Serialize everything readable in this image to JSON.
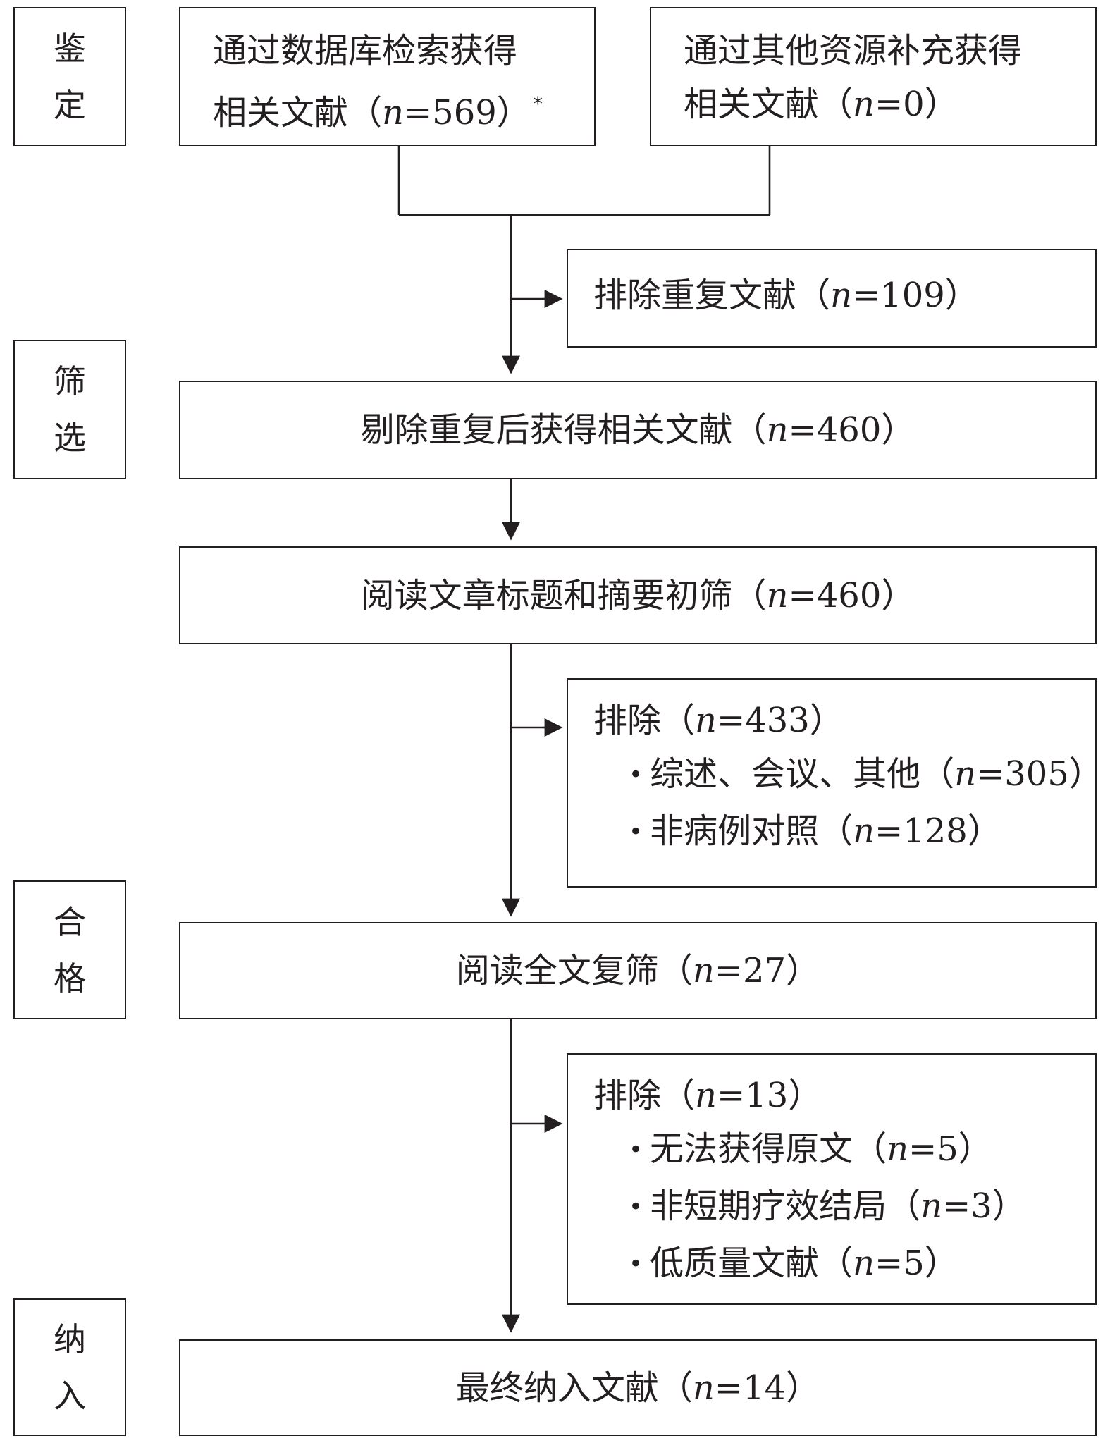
{
  "stages": {
    "identification": [
      "鉴",
      "定"
    ],
    "screening": [
      "筛",
      "选"
    ],
    "eligibility": [
      "合",
      "格"
    ],
    "included": [
      "纳",
      "入"
    ]
  },
  "db_search": {
    "line1": "通过数据库检索获得",
    "line2_text": "相关文献（",
    "n_symbol": "n",
    "n_value": "=569",
    "close": "）",
    "footnote_mark": "*"
  },
  "other_sources": {
    "line1": "通过其他资源补充获得",
    "line2_text": "相关文献（",
    "n_symbol": "n",
    "n_value": "=0",
    "close": "）"
  },
  "duplicates_removed": {
    "text": "排除重复文献（",
    "n_symbol": "n",
    "n_value": "=109",
    "close": "）"
  },
  "after_dedup": {
    "text": "剔除重复后获得相关文献（",
    "n_symbol": "n",
    "n_value": "=460",
    "close": "）"
  },
  "title_abstract_screen": {
    "text": "阅读文章标题和摘要初筛（",
    "n_symbol": "n",
    "n_value": "=460",
    "close": "）"
  },
  "exclusion_1": {
    "head": "排除（",
    "n_symbol": "n",
    "n_value": "=433",
    "close": "）",
    "items": [
      {
        "text": "综述、会议、其他（",
        "n_symbol": "n",
        "n_value": "=305",
        "close": "）"
      },
      {
        "text": "非病例对照（",
        "n_symbol": "n",
        "n_value": "=128",
        "close": "）"
      }
    ]
  },
  "fulltext_screen": {
    "text": "阅读全文复筛（",
    "n_symbol": "n",
    "n_value": "=27",
    "close": "）"
  },
  "exclusion_2": {
    "head": "排除（",
    "n_symbol": "n",
    "n_value": "=13",
    "close": "）",
    "items": [
      {
        "text": "无法获得原文（",
        "n_symbol": "n",
        "n_value": "=5",
        "close": "）"
      },
      {
        "text": "非短期疗效结局（",
        "n_symbol": "n",
        "n_value": "=3",
        "close": "）"
      },
      {
        "text": "低质量文献（",
        "n_symbol": "n",
        "n_value": "=5",
        "close": "）"
      }
    ]
  },
  "final_included": {
    "text": "最终纳入文献（",
    "n_symbol": "n",
    "n_value": "=14",
    "close": "）"
  }
}
